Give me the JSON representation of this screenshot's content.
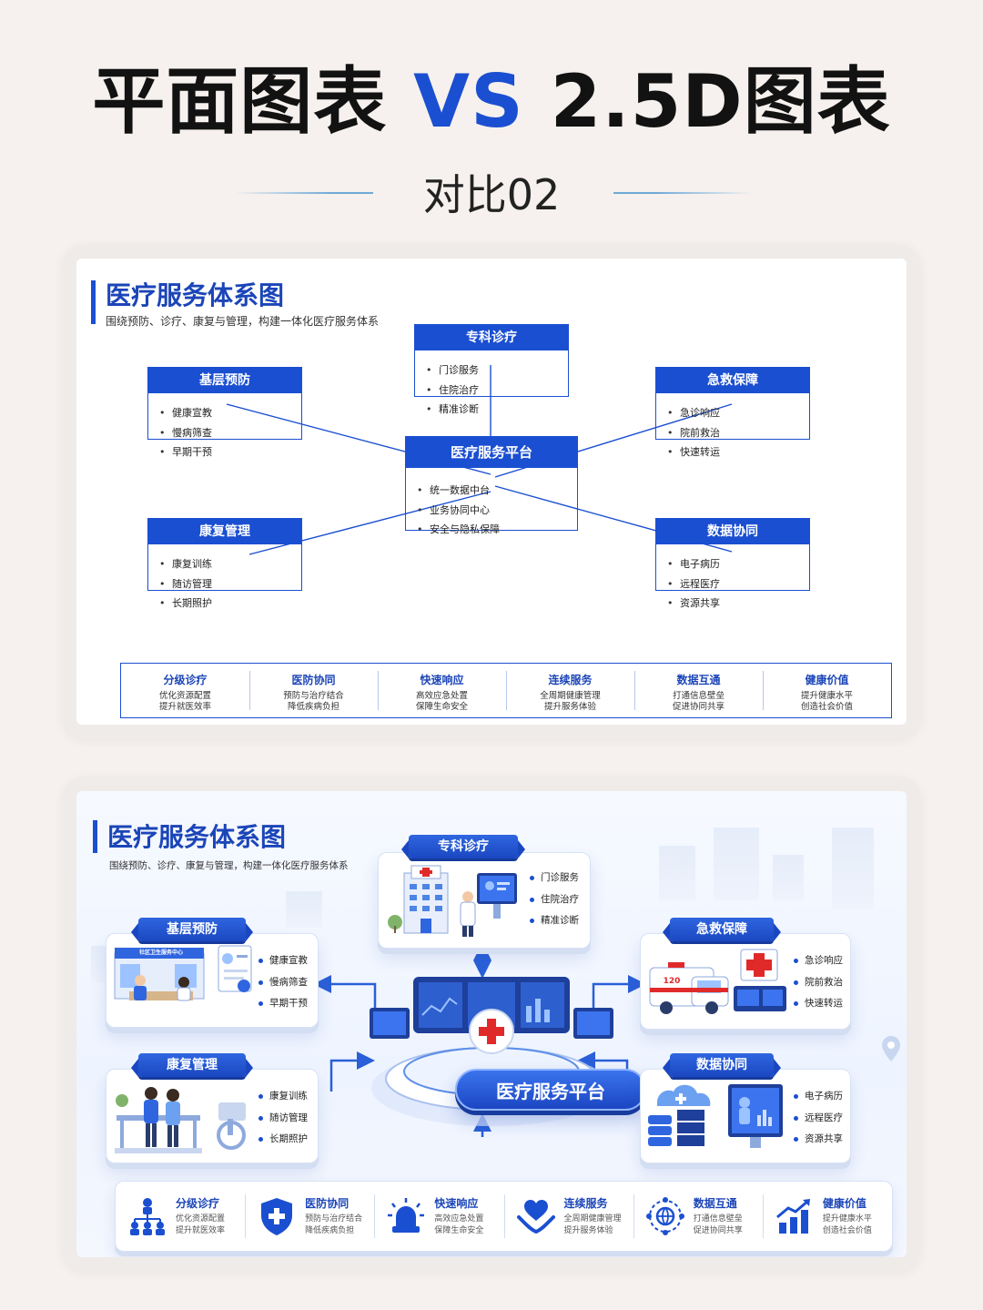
{
  "header": {
    "title_left": "平面图表",
    "title_vs": "VS",
    "title_right": "2.5D图表",
    "subtitle": "对比02"
  },
  "diagram": {
    "title": "医疗服务体系图",
    "subtitle": "围绕预防、诊疗、康复与管理，构建一体化医疗服务体系",
    "center": {
      "label": "医疗服务平台",
      "items": [
        "统一数据中台",
        "业务协同中心",
        "安全与隐私保障"
      ]
    },
    "modules": {
      "specialty": {
        "label": "专科诊疗",
        "items": [
          "门诊服务",
          "住院治疗",
          "精准诊断"
        ]
      },
      "primary": {
        "label": "基层预防",
        "items": [
          "健康宣教",
          "慢病筛查",
          "早期干预"
        ]
      },
      "emergency": {
        "label": "急救保障",
        "items": [
          "急诊响应",
          "院前救治",
          "快速转运"
        ]
      },
      "rehab": {
        "label": "康复管理",
        "items": [
          "康复训练",
          "随访管理",
          "长期照护"
        ]
      },
      "data": {
        "label": "数据协同",
        "items": [
          "电子病历",
          "远程医疗",
          "资源共享"
        ]
      }
    },
    "features": [
      {
        "title": "分级诊疗",
        "line1": "优化资源配置",
        "line2": "提升就医效率",
        "icon": "hierarchy-icon"
      },
      {
        "title": "医防协同",
        "line1": "预防与治疗结合",
        "line2": "降低疾病负担",
        "icon": "shield-plus-icon"
      },
      {
        "title": "快速响应",
        "line1": "高效应急处置",
        "line2": "保障生命安全",
        "icon": "siren-icon"
      },
      {
        "title": "连续服务",
        "line1": "全周期健康管理",
        "line2": "提升服务体验",
        "icon": "heart-hands-icon"
      },
      {
        "title": "数据互通",
        "line1": "打通信息壁垒",
        "line2": "促进协同共享",
        "icon": "network-globe-icon"
      },
      {
        "title": "健康价值",
        "line1": "提升健康水平",
        "line2": "创造社会价值",
        "icon": "growth-chart-icon"
      }
    ]
  },
  "illustration_labels": {
    "clinic_sign": "社区卫生服务中心",
    "ambulance_number": "120"
  },
  "colors": {
    "primary": "#1b4fd1",
    "title_blue": "#1b45b8",
    "emergency_red": "#e02a2a",
    "background": "#f6f1ee"
  }
}
